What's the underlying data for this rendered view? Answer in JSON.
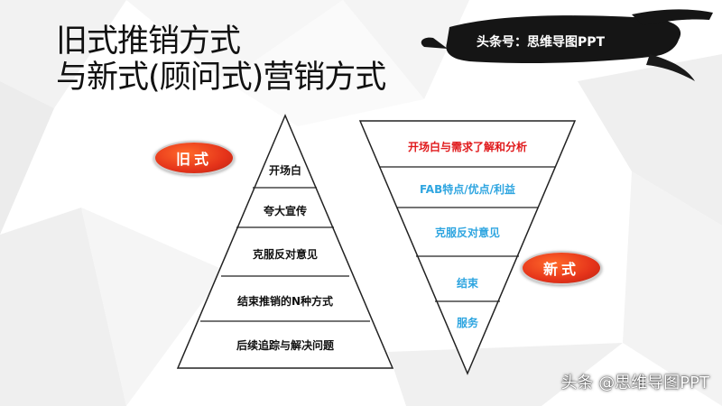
{
  "title": {
    "line1": "旧式推销方式",
    "line2": "与新式(顾问式)营销方式"
  },
  "brand_label": "头条号：思维导图PPT",
  "old_style": {
    "badge": "旧式",
    "levels": [
      "开场白",
      "夸大宣传",
      "克服反对意见",
      "结束推销的N种方式",
      "后续追踪与解决问题"
    ]
  },
  "new_style": {
    "badge": "新式",
    "levels": [
      {
        "label": "开场白与需求了解和分析",
        "color": "#e0191b"
      },
      {
        "label": "FAB特点/优点/利益",
        "color": "#2ea5e0"
      },
      {
        "label": "克服反对意见",
        "color": "#2ea5e0"
      },
      {
        "label": "结束",
        "color": "#2ea5e0"
      },
      {
        "label": "服务",
        "color": "#2ea5e0"
      }
    ]
  },
  "watermark": "头条 @思维导图PPT",
  "colors": {
    "badge": "#e5331a",
    "outline": "#222222",
    "highlight": "#e0191b",
    "accent": "#2ea5e0"
  }
}
